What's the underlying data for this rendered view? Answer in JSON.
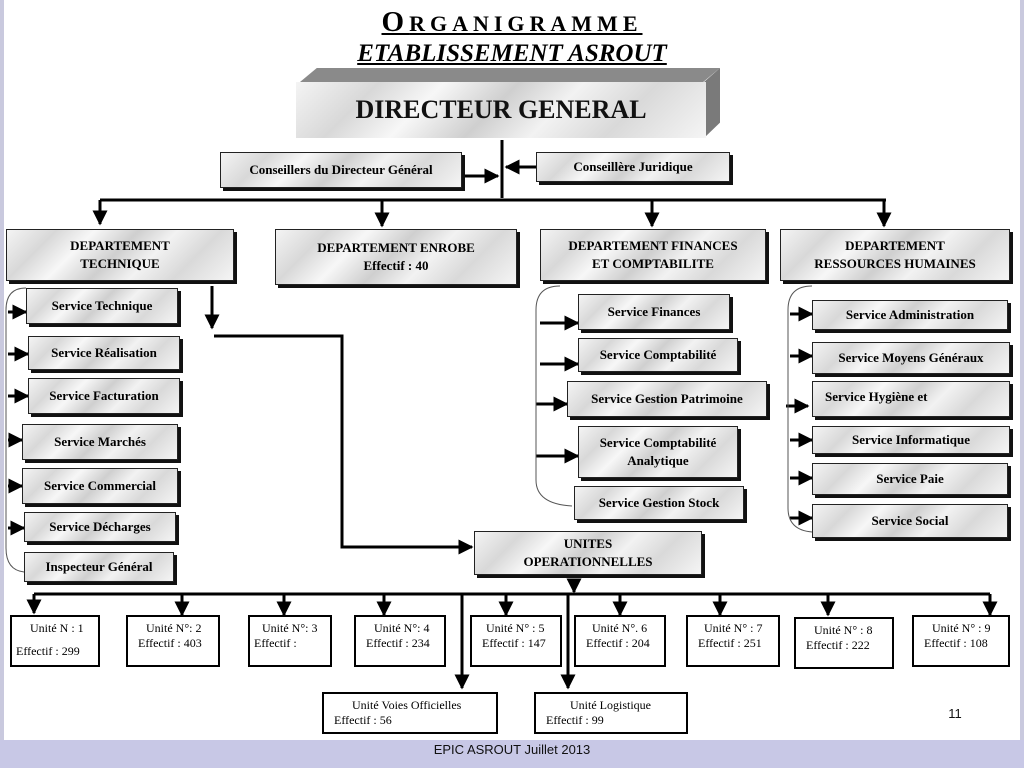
{
  "title": {
    "initial": "O",
    "rest": "RGANIGRAMME",
    "subtitle": "ETABLISSEMENT ASROUT"
  },
  "director": "DIRECTEUR GENERAL",
  "advisors": {
    "left": "Conseillers du Directeur Général",
    "right": "Conseillère Juridique"
  },
  "departments": {
    "technique": {
      "line1": "DEPARTEMENT",
      "line2": "TECHNIQUE"
    },
    "enrobe": {
      "line1": "DEPARTEMENT ENROBE",
      "line2": "Effectif : 40"
    },
    "finances": {
      "line1": "DEPARTEMENT FINANCES",
      "line2": "ET COMPTABILITE"
    },
    "rh": {
      "line1": "DEPARTEMENT",
      "line2": "RESSOURCES HUMAINES"
    }
  },
  "technique_services": [
    "Service Technique",
    "Service Réalisation",
    "Service Facturation",
    "Service Marchés",
    "Service Commercial",
    "Service Décharges",
    "Inspecteur Général"
  ],
  "finance_services": [
    {
      "line1": "Service Finances",
      "line2": ""
    },
    {
      "line1": "Service Comptabilité",
      "line2": ""
    },
    {
      "line1": "Service Gestion Patrimoine",
      "line2": ""
    },
    {
      "line1": "Service Comptabilité",
      "line2": "Analytique"
    },
    {
      "line1": "Service Gestion Stock",
      "line2": ""
    }
  ],
  "rh_services": [
    "Service Administration",
    "Service Moyens Généraux",
    "Service Hygiène et",
    "Service Informatique",
    "Service Paie",
    "Service Social"
  ],
  "operational": {
    "line1": "UNITES",
    "line2": "OPERATIONNELLES"
  },
  "units": [
    {
      "name": "Unité N : 1",
      "effectif": "Effectif : 299"
    },
    {
      "name": "Unité N°: 2",
      "effectif": "Effectif : 403"
    },
    {
      "name": "Unité N°: 3",
      "effectif": "Effectif :"
    },
    {
      "name": "Unité N°: 4",
      "effectif": "Effectif : 234"
    },
    {
      "name": "Unité N° : 5",
      "effectif": "Effectif : 147"
    },
    {
      "name": "Unité N°. 6",
      "effectif": "Effectif : 204"
    },
    {
      "name": "Unité N° : 7",
      "effectif": "Effectif : 251"
    },
    {
      "name": "Unité N° : 8",
      "effectif": "Effectif : 222"
    },
    {
      "name": "Unité N° : 9",
      "effectif": "Effectif : 108"
    }
  ],
  "bottom_units": [
    {
      "name": "Unité Voies Officielles",
      "effectif": "Effectif : 56"
    },
    {
      "name": "Unité Logistique",
      "effectif": "Effectif : 99"
    }
  ],
  "page_number": "11",
  "footer": "EPIC ASROUT Juillet 2013"
}
